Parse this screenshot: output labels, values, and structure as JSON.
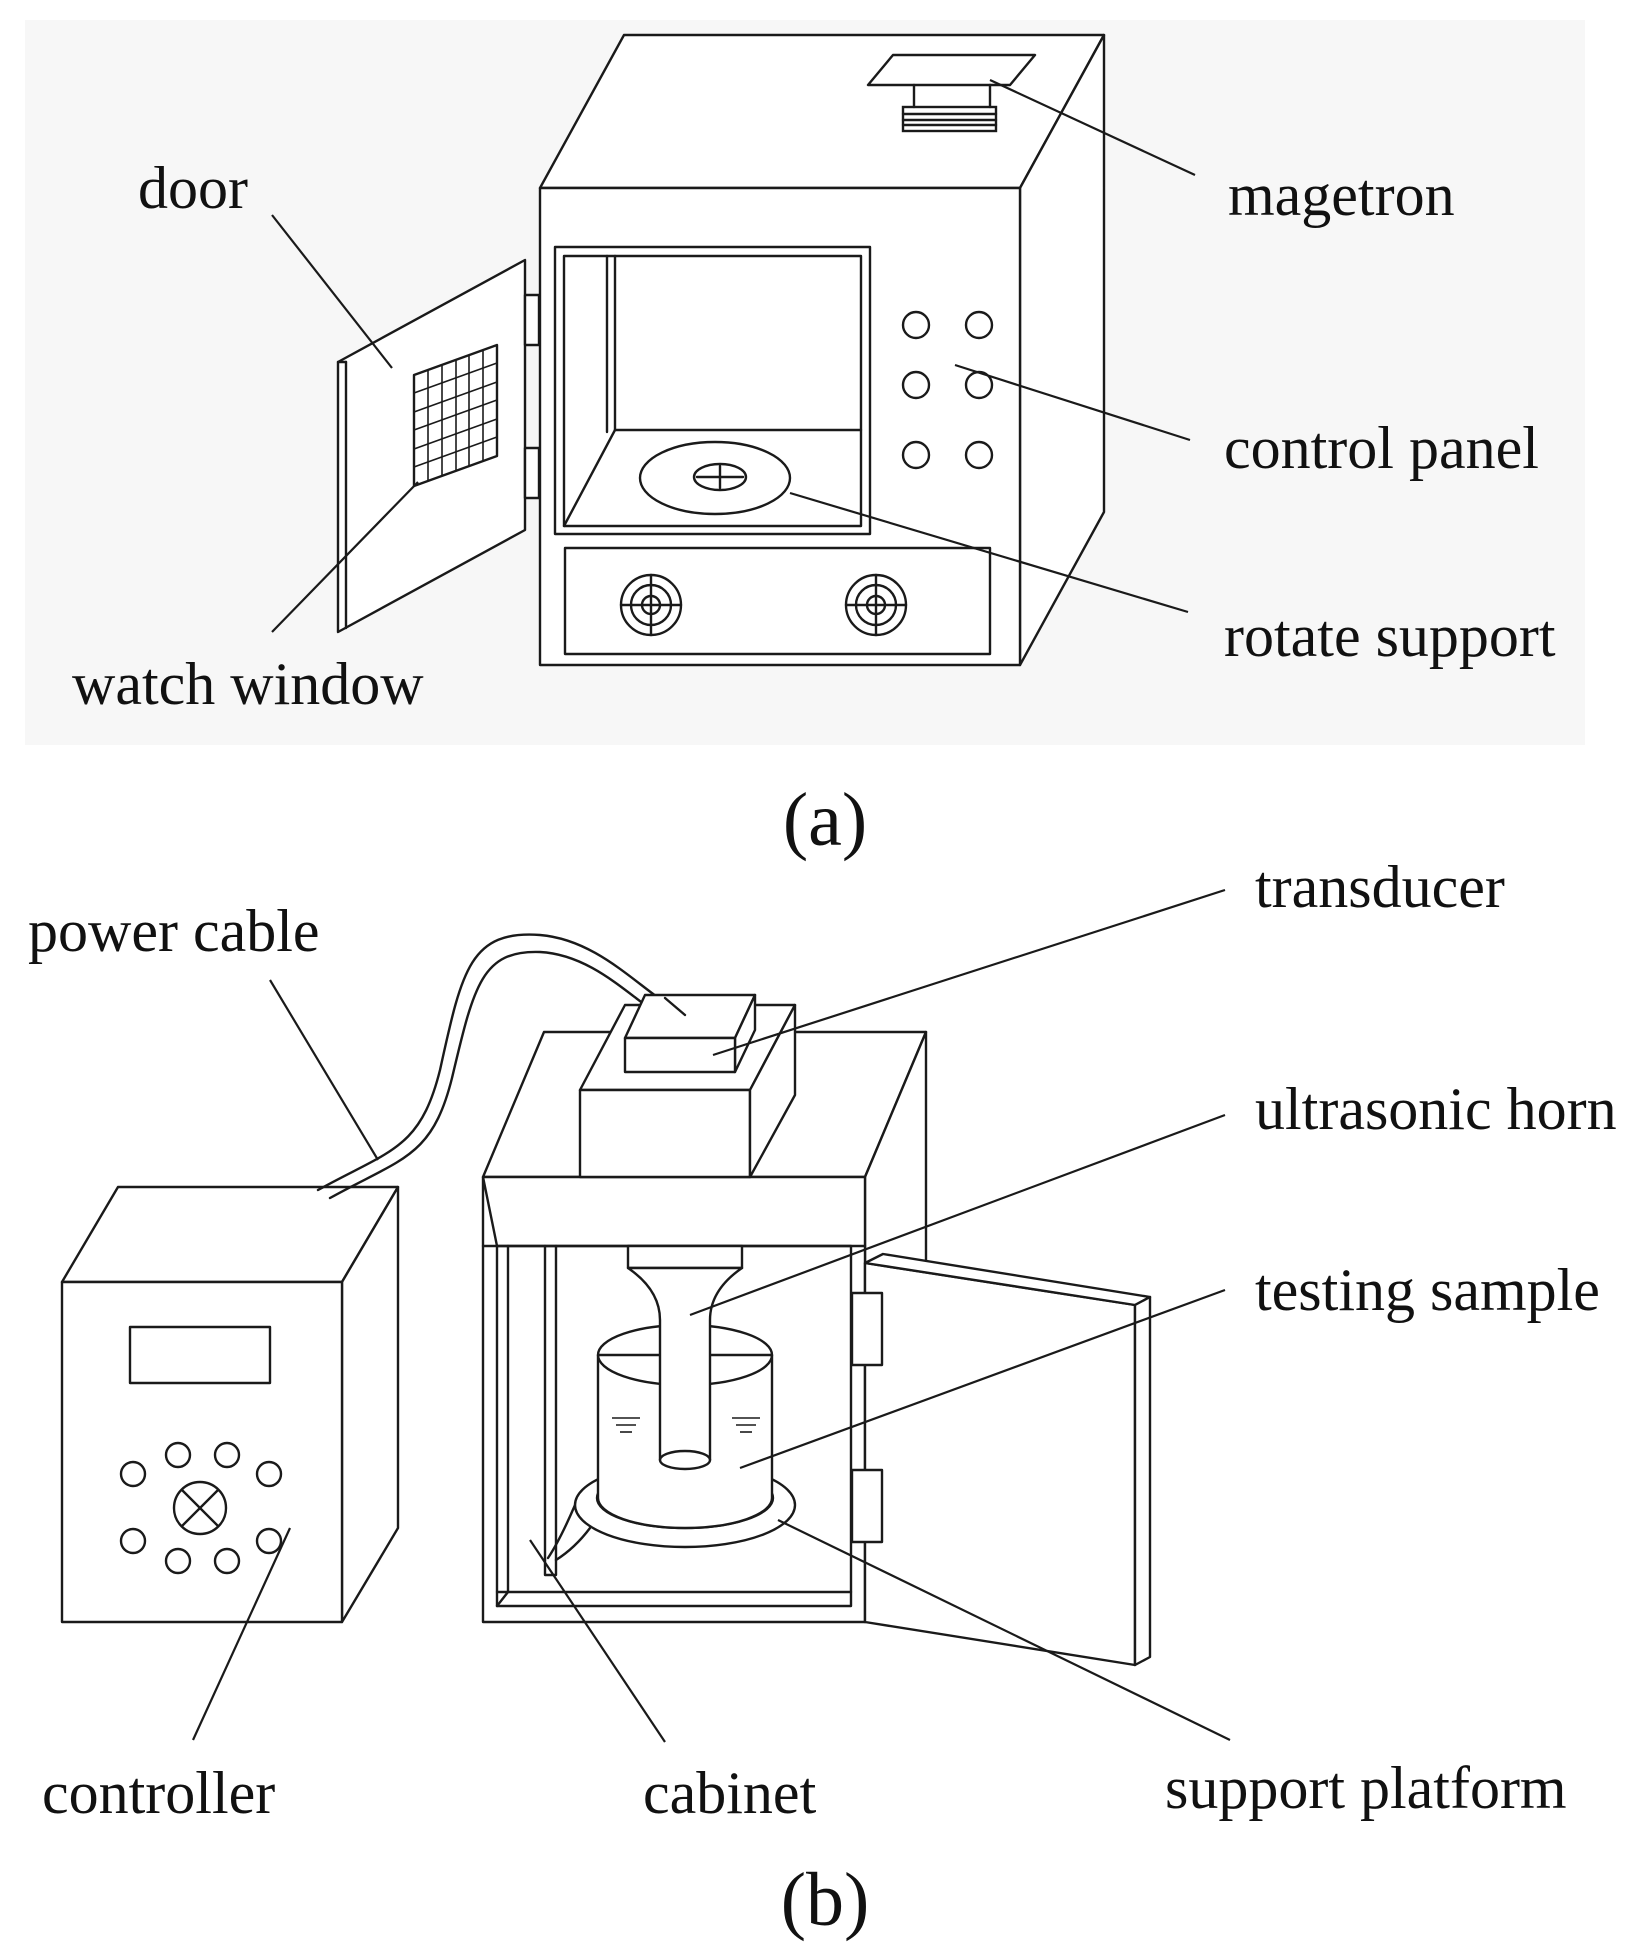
{
  "panel_a": {
    "caption": "(a)",
    "labels": {
      "door": "door",
      "watch_window": "watch window",
      "magnetron": "magetron",
      "control_panel": "control panel",
      "rotate_support": "rotate support"
    }
  },
  "panel_b": {
    "caption": "(b)",
    "labels": {
      "power_cable": "power cable",
      "transducer": "transducer",
      "ultrasonic_horn": "ultrasonic horn",
      "testing_sample": "testing sample",
      "controller": "controller",
      "cabinet": "cabinet",
      "support_platform": "support platform"
    }
  }
}
